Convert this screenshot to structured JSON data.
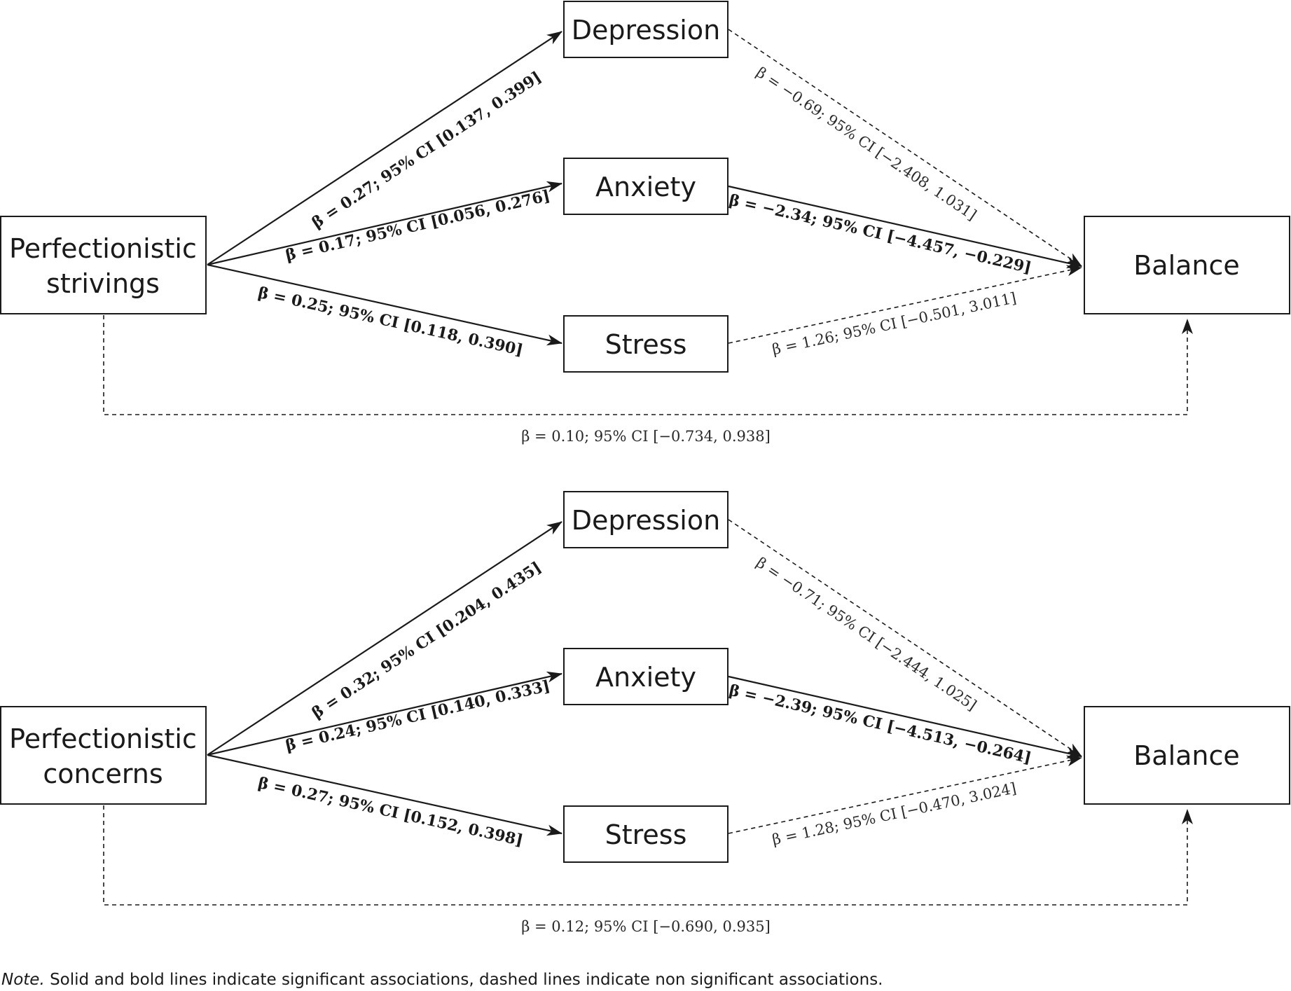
{
  "panels": [
    {
      "predictor_line1": "Perfectionistic",
      "predictor_line2": "strivings",
      "mediators": {
        "depression": "Depression",
        "anxiety": "Anxiety",
        "stress": "Stress"
      },
      "outcome": "Balance",
      "paths": {
        "a_depression": {
          "label": "β = 0.27; 95% CI [0.137, 0.399]",
          "significant": true
        },
        "a_anxiety": {
          "label": "β = 0.17; 95% CI [0.056, 0.276]",
          "significant": true
        },
        "a_stress": {
          "label": "β = 0.25; 95% CI [0.118, 0.390]",
          "significant": true
        },
        "b_depression": {
          "label": "β = −0.69; 95% CI [−2.408, 1.031]",
          "significant": false
        },
        "b_anxiety": {
          "label": "β = −2.34; 95% CI [−4.457, −0.229]",
          "significant": true
        },
        "b_stress": {
          "label": "β = 1.26; 95% CI [−0.501, 3.011]",
          "significant": false
        },
        "direct": {
          "label": "β = 0.10; 95% CI [−0.734, 0.938]",
          "significant": false
        }
      }
    },
    {
      "predictor_line1": "Perfectionistic",
      "predictor_line2": "concerns",
      "mediators": {
        "depression": "Depression",
        "anxiety": "Anxiety",
        "stress": "Stress"
      },
      "outcome": "Balance",
      "paths": {
        "a_depression": {
          "label": "β = 0.32; 95% CI [0.204, 0.435]",
          "significant": true
        },
        "a_anxiety": {
          "label": "β = 0.24; 95% CI [0.140, 0.333]",
          "significant": true
        },
        "a_stress": {
          "label": "β = 0.27; 95% CI [0.152, 0.398]",
          "significant": true
        },
        "b_depression": {
          "label": "β = −0.71; 95% CI [−2.444, 1.025]",
          "significant": false
        },
        "b_anxiety": {
          "label": "β = −2.39; 95% CI [−4.513, −0.264]",
          "significant": true
        },
        "b_stress": {
          "label": "β = 1.28; 95% CI [−0.470, 3.024]",
          "significant": false
        },
        "direct": {
          "label": "β = 0.12; 95% CI [−0.690, 0.935]",
          "significant": false
        }
      }
    }
  ],
  "note": {
    "lead": "Note.",
    "text": " Solid and bold lines indicate significant associations, dashed lines indicate non significant associations."
  }
}
